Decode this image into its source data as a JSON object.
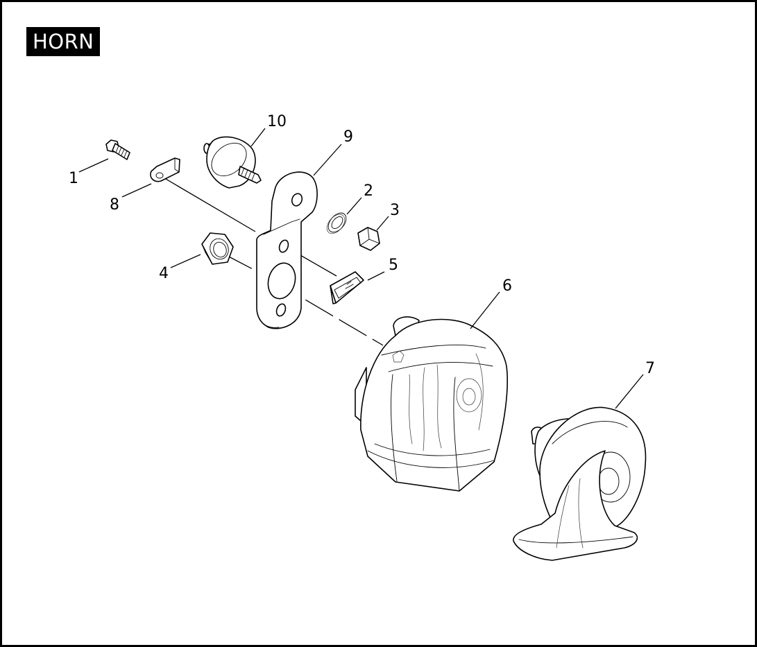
{
  "title": "HORN",
  "callouts": {
    "c1": "1",
    "c2": "2",
    "c3": "3",
    "c4": "4",
    "c5": "5",
    "c6": "6",
    "c7": "7",
    "c8": "8",
    "c9": "9",
    "c10": "10"
  },
  "colors": {
    "ink": "#000000",
    "paper": "#ffffff"
  }
}
